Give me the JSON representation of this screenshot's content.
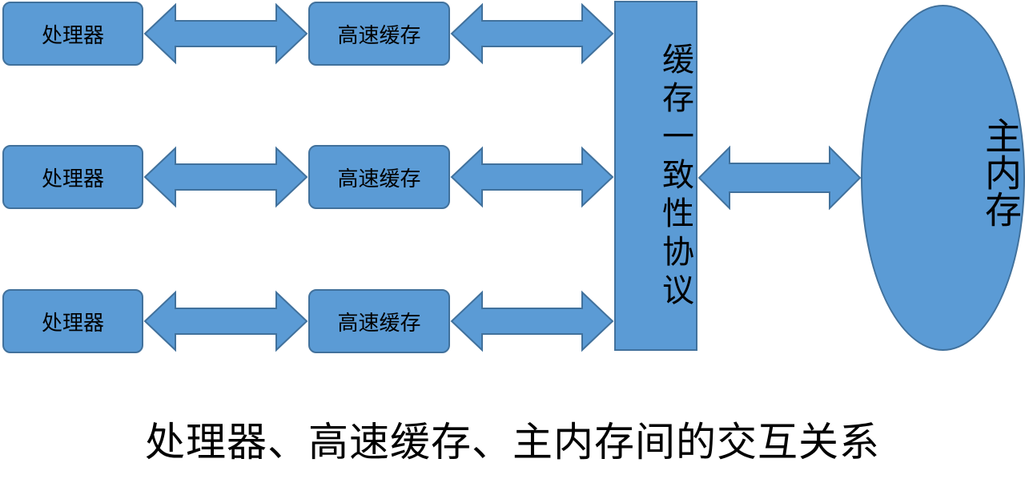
{
  "diagram": {
    "processors": [
      {
        "label": "处理器"
      },
      {
        "label": "处理器"
      },
      {
        "label": "处理器"
      }
    ],
    "caches": [
      {
        "label": "高速缓存"
      },
      {
        "label": "高速缓存"
      },
      {
        "label": "高速缓存"
      }
    ],
    "protocol": {
      "label": "缓存一致性协议"
    },
    "memory": {
      "label": "主内存"
    },
    "caption": "处理器、高速缓存、主内存间的交互关系",
    "colors": {
      "fill": "#5b9bd5",
      "stroke": "#41719c"
    }
  }
}
